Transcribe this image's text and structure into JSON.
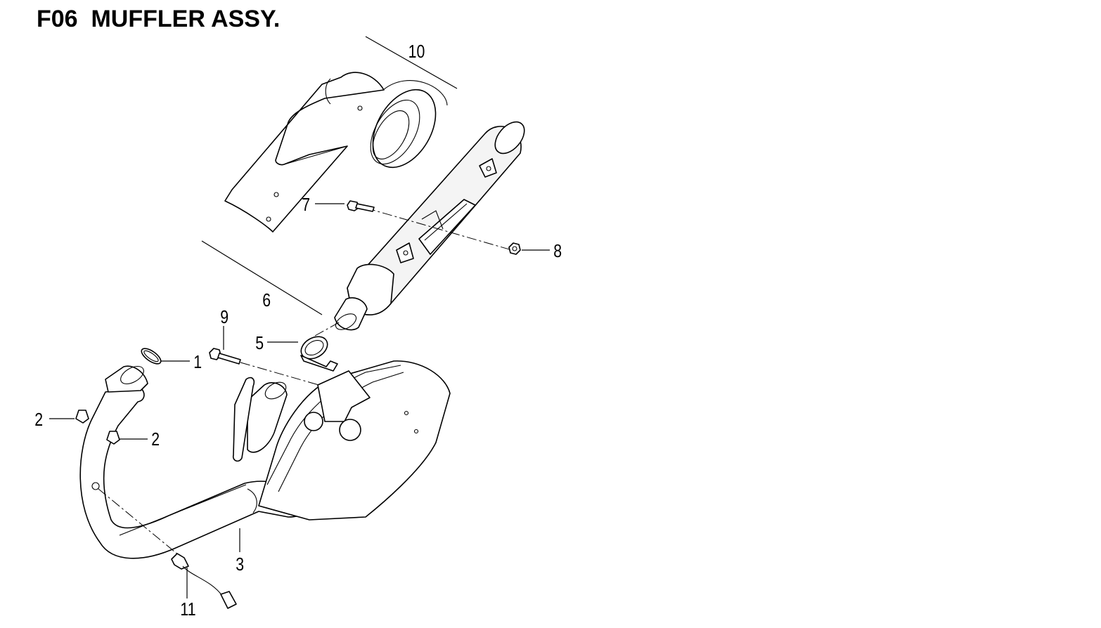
{
  "title": "F06  MUFFLER ASSY.",
  "callouts": {
    "c1": "1",
    "c2a": "2",
    "c2b": "2",
    "c3": "3",
    "c5": "5",
    "c6": "6",
    "c7": "7",
    "c8": "8",
    "c9": "9",
    "c10": "10",
    "c11": "11"
  },
  "colors": {
    "line": "#000000",
    "background": "#ffffff"
  }
}
